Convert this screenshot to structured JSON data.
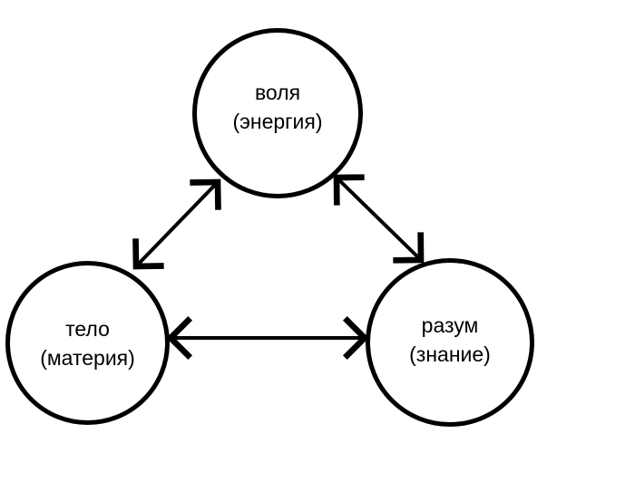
{
  "diagram": {
    "type": "concept-triangle",
    "background_color": "#ffffff",
    "stroke_color": "#000000",
    "nodes": {
      "will": {
        "line1": "воля",
        "line2": "(энергия)"
      },
      "body": {
        "line1": "тело",
        "line2": "(материя)"
      },
      "mind": {
        "line1": "разум",
        "line2": "(знание)"
      }
    },
    "edges": [
      {
        "from": "will",
        "to": "body",
        "bidirectional": true
      },
      {
        "from": "will",
        "to": "mind",
        "bidirectional": true
      },
      {
        "from": "body",
        "to": "mind",
        "bidirectional": true
      }
    ]
  }
}
